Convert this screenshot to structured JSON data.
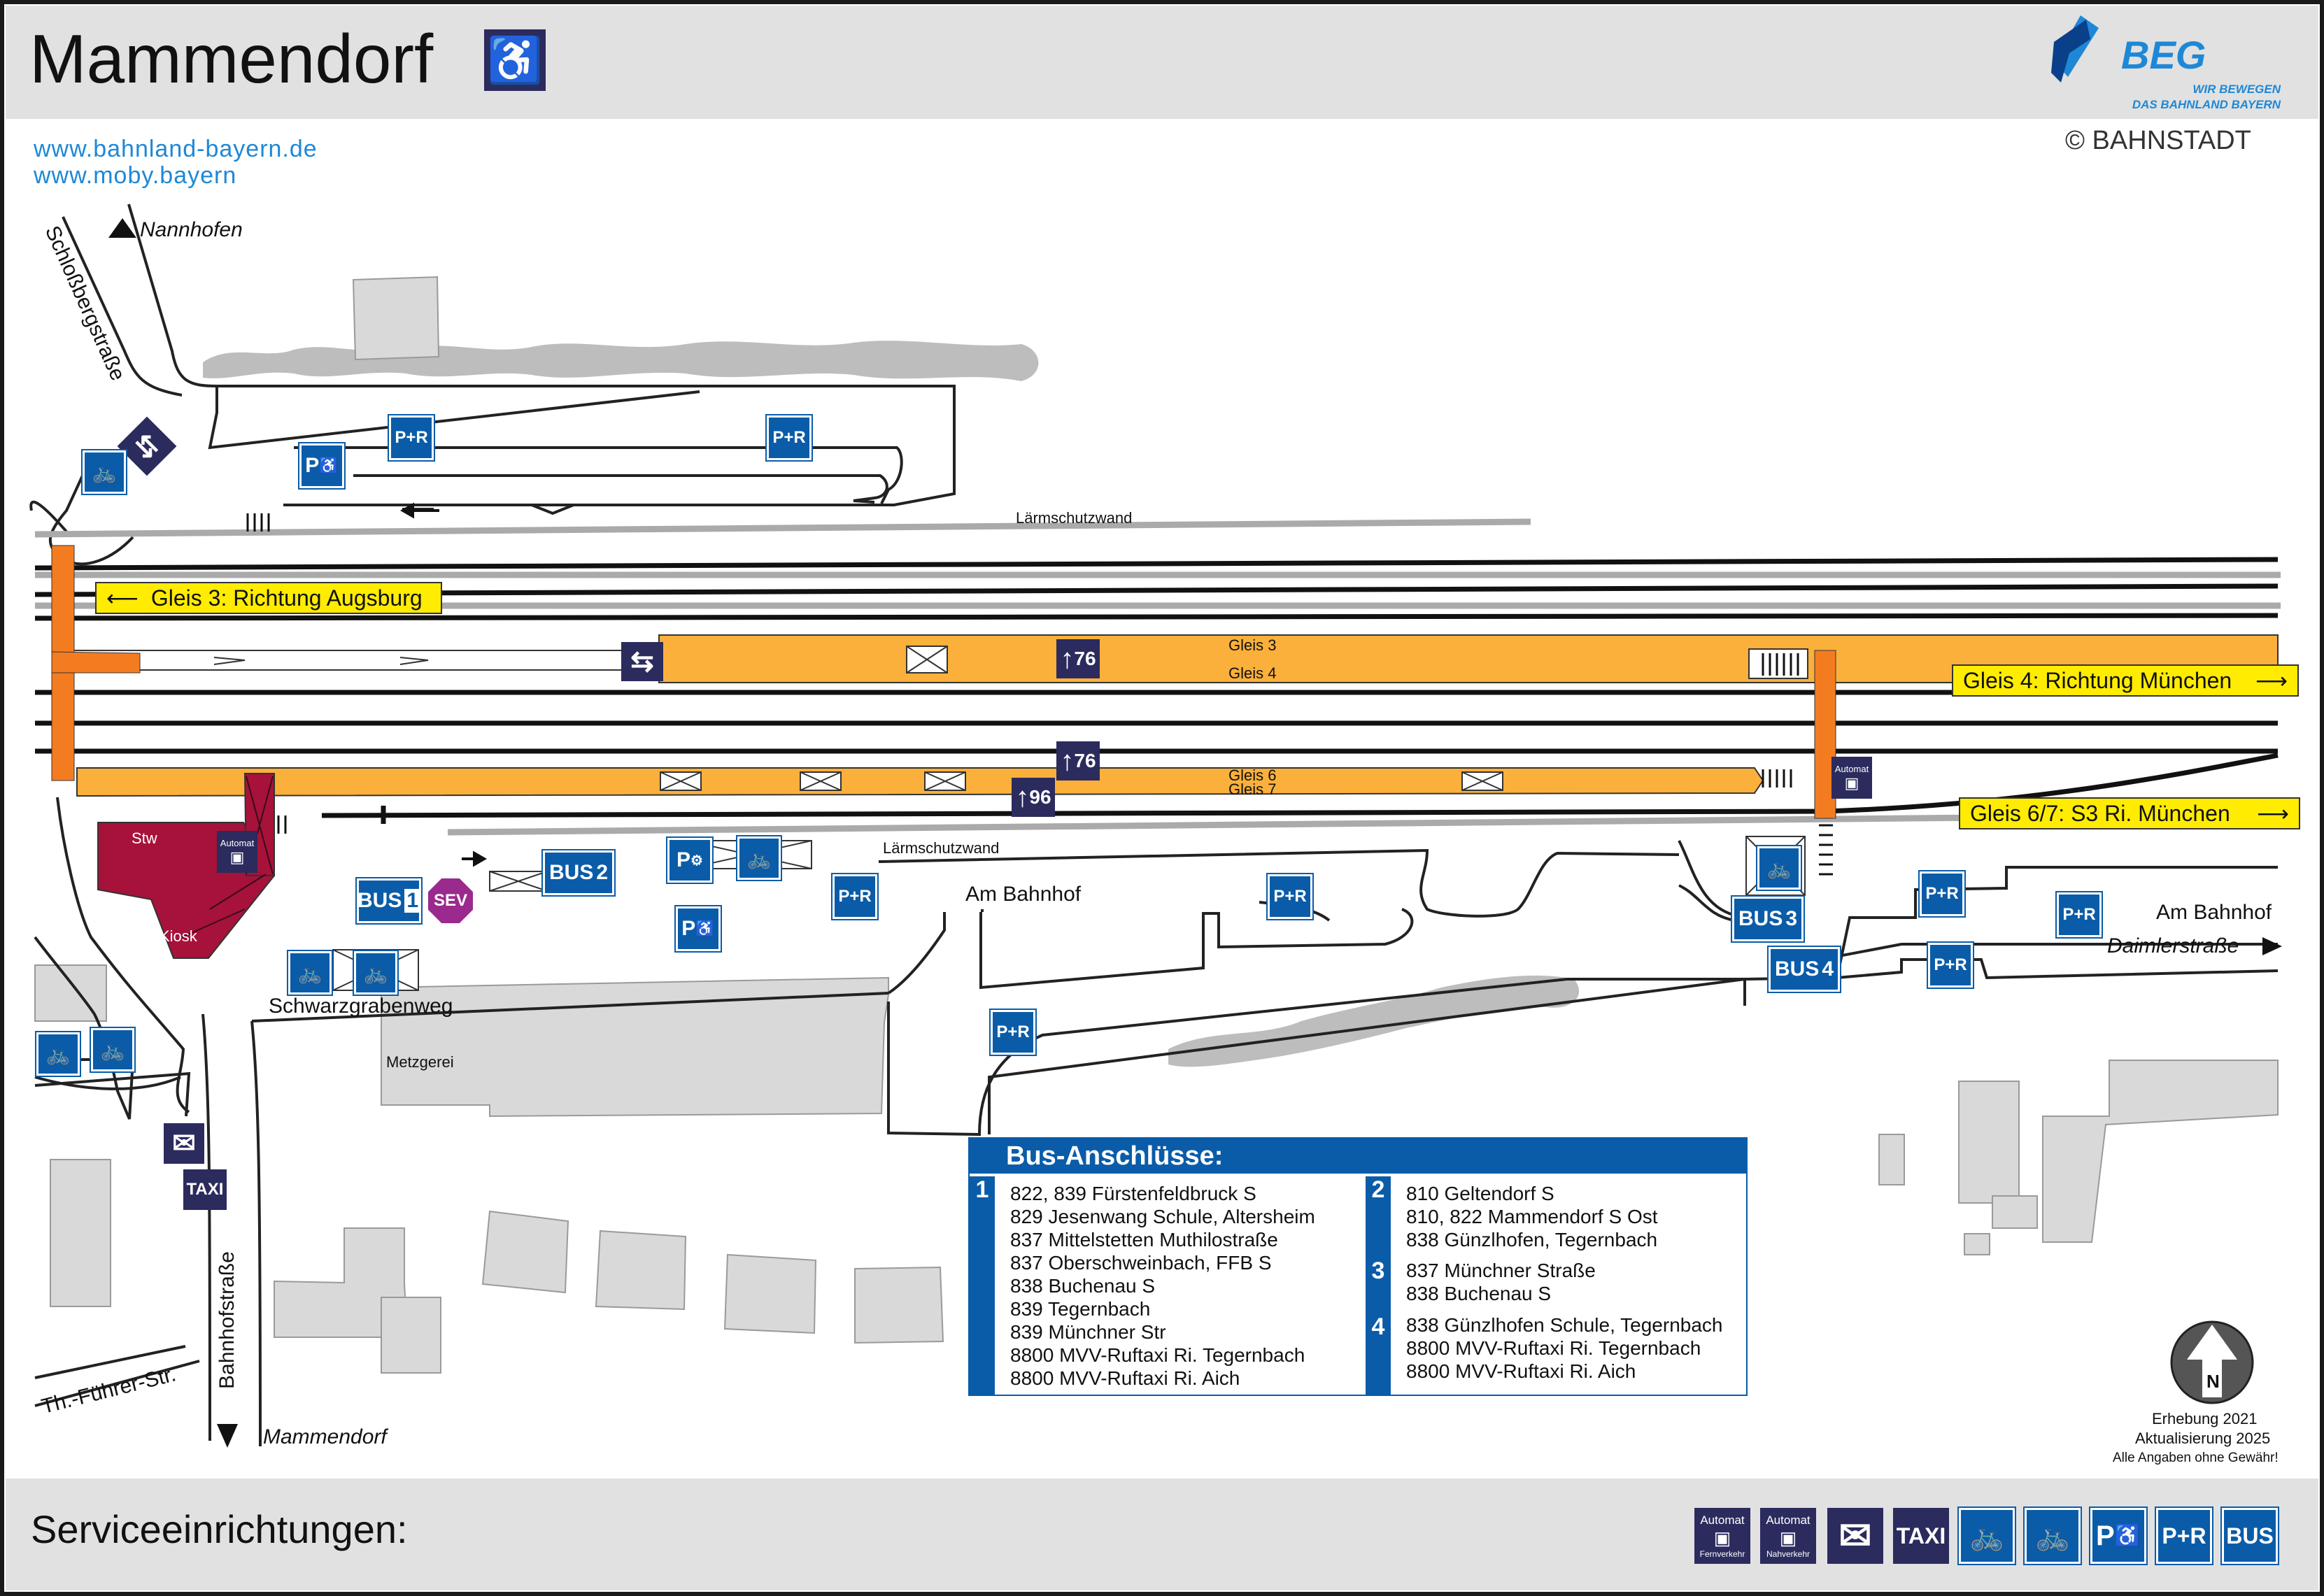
{
  "header": {
    "title": "Mammendorf",
    "links": [
      "www.bahnland-bayern.de",
      "www.moby.bayern"
    ],
    "logo": {
      "name": "BEG",
      "tagline_1": "WIR BEWEGEN",
      "tagline_2": "DAS BAHNLAND BAYERN"
    },
    "copyright": "© BAHNSTADT"
  },
  "signs": {
    "gleis3": "Gleis 3: Richtung Augsburg",
    "gleis4": "Gleis 4: Richtung München",
    "gleis67": "Gleis 6/7: S3 Ri. München"
  },
  "platform_labels": {
    "gleis3": "Gleis 3",
    "gleis4": "Gleis 4",
    "gleis6": "Gleis 6",
    "gleis7": "Gleis 7",
    "step_76a": "76",
    "step_76b": "76",
    "step_96": "96"
  },
  "labels": {
    "laermschutzwand_top": "Lärmschutzwand",
    "laermschutzwand_bottom": "Lärmschutzwand",
    "am_bahnhof_center": "Am Bahnhof",
    "am_bahnhof_right": "Am Bahnhof",
    "daimlerstrasse": "Daimlerstraße",
    "schwarzgrabenweg": "Schwarzgrabenweg",
    "metzgerei": "Metzgerei",
    "stw": "Stw",
    "kiosk": "Kiosk",
    "automat": "Automat",
    "nannhofen": "Nannhofen",
    "mammendorf": "Mammendorf",
    "schlossbergstrasse": "Schloßbergstraße",
    "bahnhofstrasse": "Bahnhofstraße",
    "th_fuehrer_str": "Th.-Führer-Str."
  },
  "icons": {
    "pr": "P+R",
    "bus": "BUS",
    "sev": "SEV",
    "taxi": "TAXI",
    "p": "P",
    "bus1": "1",
    "bus2": "2",
    "bus3": "3",
    "bus4": "4"
  },
  "bus_connections": {
    "title": "Bus-Anschlüsse:",
    "groups": [
      {
        "number": "1",
        "lines": [
          "822, 839 Fürstenfeldbruck S",
          "829 Jesenwang Schule, Altersheim",
          "837 Mittelstetten Muthilostraße",
          "837 Oberschweinbach, FFB S",
          "838 Buchenau S",
          "839 Tegernbach",
          "839 Münchner Str",
          "8800 MVV-Ruftaxi Ri. Tegernbach",
          "8800 MVV-Ruftaxi Ri. Aich"
        ]
      },
      {
        "number": "2",
        "lines": [
          "810 Geltendorf S",
          "810, 822 Mammendorf S Ost",
          "838 Günzlhofen, Tegernbach"
        ]
      },
      {
        "number": "3",
        "lines": [
          "837 Münchner Straße",
          "838 Buchenau S"
        ]
      },
      {
        "number": "4",
        "lines": [
          "838 Günzlhofen Schule, Tegernbach",
          "8800 MVV-Ruftaxi Ri. Tegernbach",
          "8800 MVV-Ruftaxi Ri. Aich"
        ]
      }
    ]
  },
  "compass": {
    "letter": "N"
  },
  "notes": {
    "survey": "Erhebung 2021",
    "update": "Aktualisierung 2025",
    "disclaimer": "Alle Angaben ohne Gewähr!"
  },
  "footer": {
    "title": "Serviceeinrichtungen:",
    "service_icons": [
      {
        "name": "ticket-machine-long-distance-icon",
        "top": "Automat",
        "bottom": "Fernverkehr"
      },
      {
        "name": "ticket-machine-regional-icon",
        "top": "Automat",
        "bottom": "Nahverkehr"
      },
      {
        "name": "mail-icon"
      },
      {
        "name": "taxi-icon",
        "label": "TAXI"
      },
      {
        "name": "covered-bike-parking-icon"
      },
      {
        "name": "bike-parking-icon"
      },
      {
        "name": "accessible-parking-icon",
        "label": "P"
      },
      {
        "name": "park-and-ride-icon",
        "label": "P+R"
      },
      {
        "name": "bus-icon",
        "label": "BUS"
      }
    ]
  },
  "colors": {
    "platform": "#fbb03b",
    "stairs": "#f47c20",
    "station_building": "#a6123a",
    "brand_blue": "#0a5ca8",
    "dark_icon": "#2b2b5e",
    "sev_purple": "#9b2a8e",
    "sign_yellow": "#ffec00"
  }
}
